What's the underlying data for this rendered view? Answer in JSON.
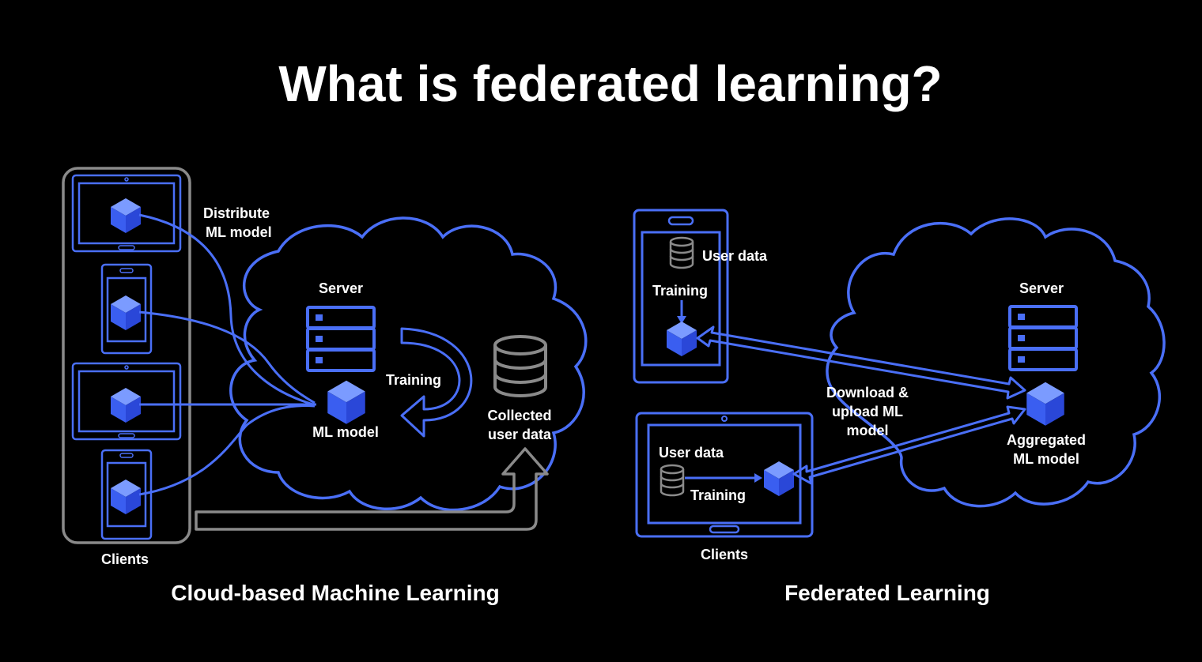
{
  "title": "What is federated learning?",
  "colors": {
    "background": "#000000",
    "accent": "#4a6ff7",
    "frame": "#8a8a8a",
    "text": "#ffffff"
  },
  "cloud": {
    "caption": "Cloud-based Machine Learning",
    "clients_label": "Clients",
    "distribute_line1": "Distribute",
    "distribute_line2": "ML model",
    "server_label": "Server",
    "training_label": "Training",
    "model_label": "ML model",
    "collected_line1": "Collected",
    "collected_line2": "user data"
  },
  "federated": {
    "caption": "Federated Learning",
    "clients_label": "Clients",
    "phone_user_data": "User data",
    "phone_training": "Training",
    "tablet_user_data": "User data",
    "tablet_training": "Training",
    "transfer_line1": "Download &",
    "transfer_line2": "upload ML",
    "transfer_line3": "model",
    "server_label": "Server",
    "aggregated_line1": "Aggregated",
    "aggregated_line2": "ML model"
  }
}
